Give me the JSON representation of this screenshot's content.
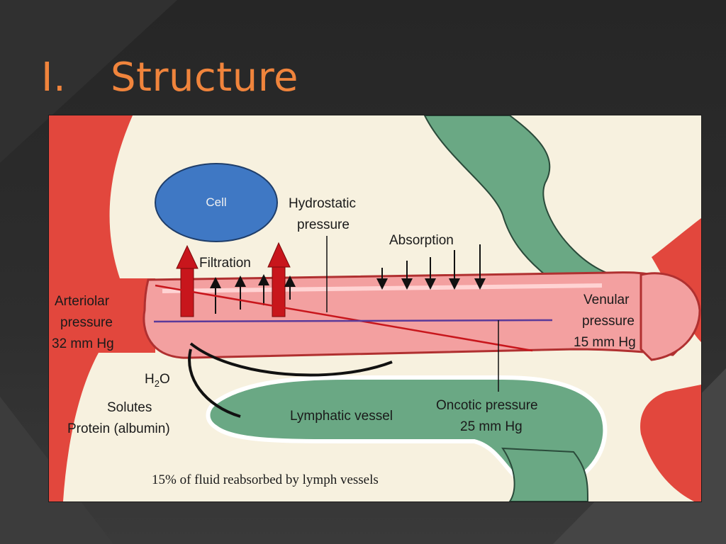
{
  "slide": {
    "number": "I.",
    "title": "Structure"
  },
  "diagram": {
    "cell_label": "Cell",
    "hydrostatic_label_line1": "Hydrostatic",
    "hydrostatic_label_line2": "pressure",
    "absorption_label": "Absorption",
    "filtration_label": "Filtration",
    "arteriolar_line1": "Arteriolar",
    "arteriolar_line2": "pressure",
    "arteriolar_line3": "32 mm Hg",
    "venular_line1": "Venular",
    "venular_line2": "pressure",
    "venular_line3": "15 mm Hg",
    "h2o_main": "H",
    "h2o_sub": "2",
    "h2o_end": "O",
    "solutes_label": "Solutes",
    "protein_label": "Protein (albumin)",
    "lymphatic_label": "Lymphatic vessel",
    "oncotic_line1": "Oncotic pressure",
    "oncotic_line2": "25 mm Hg",
    "caption": "15% of fluid reabsorbed by lymph vessels"
  },
  "colors": {
    "title": "#f0843c",
    "slide_background": "#262626",
    "tissue_red": "#e2473d",
    "capillary_pink": "#f3a0a0",
    "capillary_edge": "#b03030",
    "cell_blue": "#3f78c4",
    "lymph_green": "#6aa884",
    "cream": "#f7f1df",
    "arrow_red": "#c8161c",
    "purple_line": "#5a3a9a"
  }
}
